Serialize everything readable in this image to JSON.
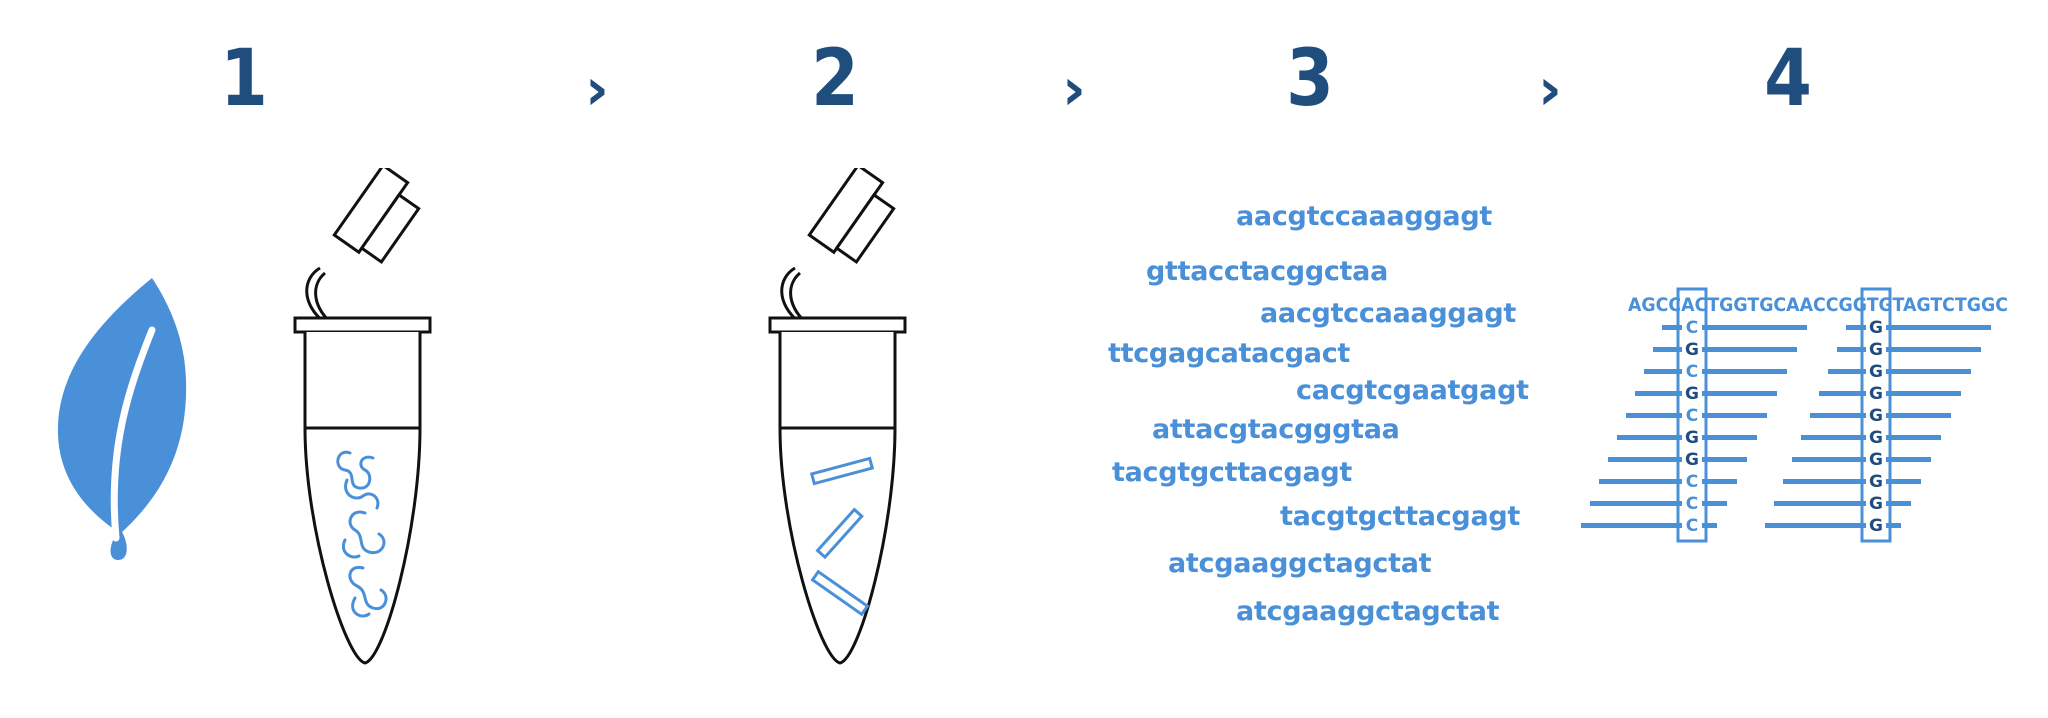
{
  "steps": [
    {
      "number": "1"
    },
    {
      "number": "2"
    },
    {
      "number": "3"
    },
    {
      "number": "4"
    }
  ],
  "arrow_glyph": "›",
  "reads": [
    "aacgtccaaaggagt",
    "gttacctacggctaa",
    "aacgtccaaaggagt",
    "ttcgagcatacgact",
    "cacgtcgaatgagt",
    "attacgtacgggtaa",
    "tacgtgcttacgagt",
    "tacgtgcttacgagt",
    "atcgaaggctagctat",
    "atcgaaggctagctat"
  ],
  "assembly": {
    "consensus": "AGCCACTGGTGCAACCGGTGTAGTCTGGC",
    "left_column": [
      "C",
      "G",
      "C",
      "G",
      "C",
      "G",
      "G",
      "C",
      "C",
      "C"
    ],
    "right_column": [
      "G",
      "G",
      "G",
      "G",
      "G",
      "G",
      "G",
      "G",
      "G",
      "G"
    ]
  },
  "icons": {
    "leaf": "leaf-icon",
    "tube_1": "tube-with-dna-icon",
    "tube_2": "tube-with-fragments-icon"
  },
  "colors": {
    "dark_blue": "#1f4d7e",
    "light_blue": "#4a90d9",
    "outline": "#111111"
  }
}
